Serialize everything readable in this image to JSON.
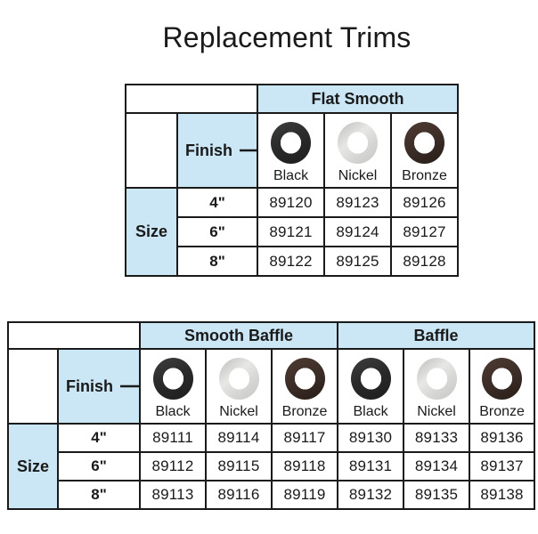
{
  "title": "Replacement Trims",
  "labels": {
    "finish": "Finish",
    "size": "Size"
  },
  "icons": {
    "finish_arrow": "right-arrow-icon",
    "trim_swatch": "ring-swatch-icon"
  },
  "colors": {
    "header_blue": "#cbe7f6",
    "border": "#1a1a1a",
    "ring_black": "#2b2b2b",
    "ring_nickel": "#d7d7d5",
    "ring_bronze": "#3c2d27"
  },
  "tables": [
    {
      "id": "flat-smooth",
      "groups": [
        {
          "label": "Flat Smooth",
          "finishes": [
            "Black",
            "Nickel",
            "Bronze"
          ]
        }
      ],
      "rows": [
        {
          "size": "4\"",
          "values": [
            "89120",
            "89123",
            "89126"
          ]
        },
        {
          "size": "6\"",
          "values": [
            "89121",
            "89124",
            "89127"
          ]
        },
        {
          "size": "8\"",
          "values": [
            "89122",
            "89125",
            "89128"
          ]
        }
      ]
    },
    {
      "id": "smooth-baffle-and-baffle",
      "groups": [
        {
          "label": "Smooth Baffle",
          "finishes": [
            "Black",
            "Nickel",
            "Bronze"
          ]
        },
        {
          "label": "Baffle",
          "finishes": [
            "Black",
            "Nickel",
            "Bronze"
          ]
        }
      ],
      "rows": [
        {
          "size": "4\"",
          "values": [
            "89111",
            "89114",
            "89117",
            "89130",
            "89133",
            "89136"
          ]
        },
        {
          "size": "6\"",
          "values": [
            "89112",
            "89115",
            "89118",
            "89131",
            "89134",
            "89137"
          ]
        },
        {
          "size": "8\"",
          "values": [
            "89113",
            "89116",
            "89119",
            "89132",
            "89135",
            "89138"
          ]
        }
      ]
    }
  ]
}
